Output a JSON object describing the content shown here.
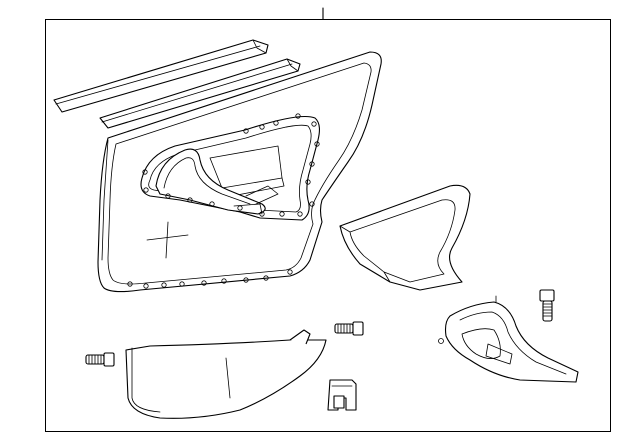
{
  "diagram": {
    "type": "exploded-parts-illustration",
    "labels": [],
    "parts": [
      "upper-belt-molding",
      "lower-belt-molding",
      "door-trim-panel",
      "armrest-base",
      "lower-trim-bezel",
      "handle-bezel",
      "screw-left",
      "screw-middle",
      "screw-right",
      "retainer-clip"
    ]
  }
}
